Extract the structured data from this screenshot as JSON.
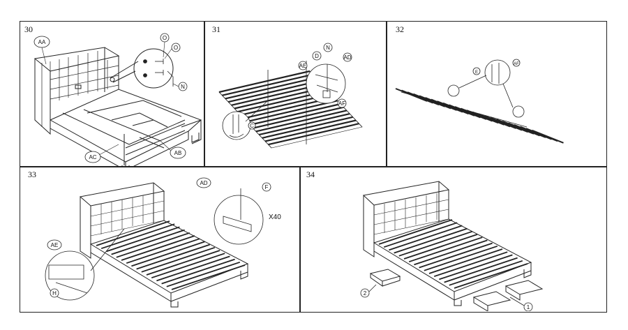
{
  "steps": [
    {
      "number": "30",
      "labels": {
        "headboard": "AA",
        "screw1": "O",
        "screw2": "O",
        "tool": "N",
        "side_rail": "AC",
        "footboard": "AB"
      }
    },
    {
      "number": "31",
      "labels": {
        "slat": "AE",
        "bolt": "D",
        "tool": "N",
        "bracket": "AD",
        "leg": "AF",
        "detail_c": "C"
      }
    },
    {
      "number": "32",
      "labels": {
        "e": "E",
        "af": "AF"
      }
    },
    {
      "number": "33",
      "labels": {
        "ad": "AD",
        "f": "F",
        "ae": "AE",
        "h": "H",
        "qty": "X40"
      }
    },
    {
      "number": "34",
      "labels": {
        "drawer2": "2",
        "drawer1": "1"
      }
    }
  ]
}
